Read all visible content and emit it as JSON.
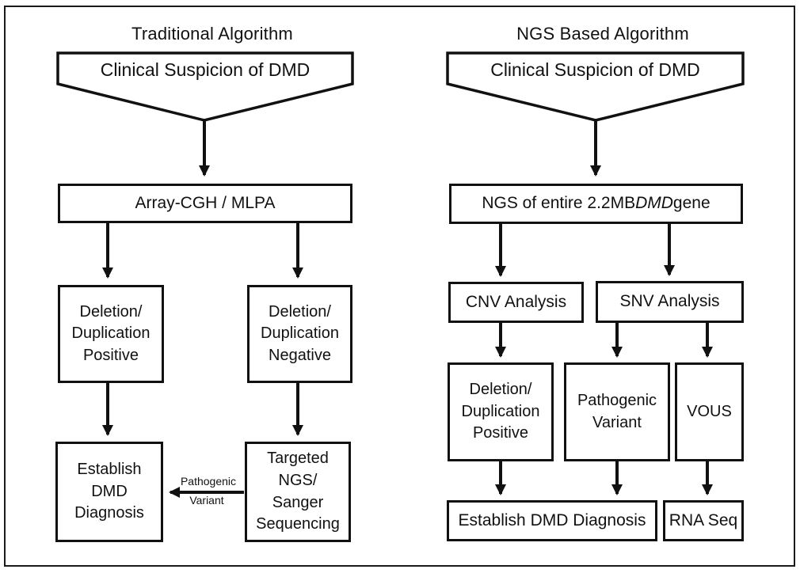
{
  "colors": {
    "ink": "#111111",
    "background": "#ffffff"
  },
  "left_flow": {
    "title": "Traditional Algorithm",
    "start_label": "Clinical Suspicion of DMD",
    "array_box": "Array-CGH / MLPA",
    "del_dup_positive": "Deletion/\nDuplication\nPositive",
    "del_dup_negative": "Deletion/\nDuplication\nNegative",
    "establish": "Establish\nDMD\nDiagnosis",
    "targeted": "Targeted\nNGS/\nSanger\nSequencing",
    "edge_label": {
      "line1": "Pathogenic",
      "line2": "Variant"
    }
  },
  "right_flow": {
    "title": "NGS Based Algorithm",
    "start_label": "Clinical Suspicion of DMD",
    "ngs_box": {
      "prefix": "NGS of entire 2.2MB ",
      "gene": "DMD",
      "suffix": " gene"
    },
    "cnv": "CNV Analysis",
    "snv": "SNV Analysis",
    "del_dup_positive": "Deletion/\nDuplication\nPositive",
    "pathogenic_variant": "Pathogenic\nVariant",
    "vous": "VOUS",
    "establish": "Establish DMD Diagnosis",
    "rna_seq": "RNA Seq"
  }
}
